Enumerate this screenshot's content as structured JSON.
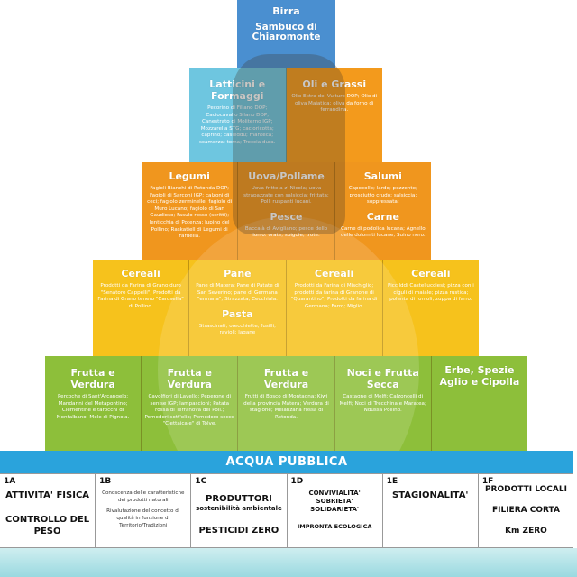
{
  "top": {
    "title": "Birra",
    "subtitle": "Sambuco di Chiaromonte"
  },
  "row2": [
    {
      "title": "Latticini e Formaggi",
      "desc": "Pecorino di Filiano DOP; Caciocavallo Silano DOP; Canestrato di Moliterno IGP; Mozzarella STG; cacioricotta; caprino; casieddu; manteca; scamorza; toma; Treccia dura."
    },
    {
      "title": "Oli e Grassi",
      "desc": "Olio Extra del Vulture DOP; Olio di oliva Majatica; oliva da forno di ferrandina."
    }
  ],
  "row3": [
    {
      "title": "Legumi",
      "desc": "Fagioli Bianchi di Rotonda DOP; Fagioli di Sarconi IGP; calzoni di ceci; fagiolo zerminelle; fagiolo di Muro Lucano; fagiolo di San Gaudioso; Fasulo rosso (scritti); lenticchia di Potenza; lupino del Pollino; Raskatiell di Legumi di Fardella."
    },
    {
      "title": "Uova/Pollame",
      "desc": "Uova fritte a z' Nicola; uova strapazzate con salsiccia; frittata; Polli ruspanti lucani.",
      "title2": "Pesce",
      "desc2": "Baccalà di Avigliano; pesce dello Ionio: orate; spigole; trote."
    },
    {
      "title": "Salumi",
      "desc": "Capocollo; lardo; pezzente; prosciutto crudo; salsiccia; soppressata;",
      "title2": "Carne",
      "desc2": "Carne di podolica lucana; Agnello delle dolomiti lucane; Suino nero."
    }
  ],
  "row4": [
    {
      "title": "Cereali",
      "desc": "Prodotti da Farina di Grano duro \"Senatore Cappelli\"; Prodotti da Farina di Grano tenero \"Carosella\" di Pollino."
    },
    {
      "title": "Pane",
      "desc": "Pane di Matera; Pane di Patate di San Severino; pane di Germana \"ermana\"; Strazzata; Cecchiala.",
      "title2": "Pasta",
      "desc2": "Strascinati; orecchiette; fusilli; ravioli; lagane"
    },
    {
      "title": "Cereali",
      "desc": "Prodotti da Farina di Mischiglio; prodotti da farina di Granone di \"Quarantino\"; Prodotti da farina di Germana; Farro; Miglio."
    },
    {
      "title": "Cereali",
      "desc": "Piccilddi Castellucciesi; pizza con i ciguli di maiale; pizza rustica; polenta di romoli; zuppa di farro."
    }
  ],
  "row5": [
    {
      "title": "Frutta e Verdura",
      "desc": "Percoche di Sant'Arcangelo; Mandarini del Metapontino; Clementine e tarocchi di Montalbano; Mele di Pignola."
    },
    {
      "title": "Frutta e Verdura",
      "desc": "Cavolfiori di Lavello; Peperone di senise IGP; lampascioni; Patata rossa di Terranova del Poll.; Pomodori sott'olio; Pomodoro secco \"Ciettaicale\" di Tolve."
    },
    {
      "title": "Frutta e Verdura",
      "desc": "Frutti di Bosco di Montagna; Kiwi della provincia Matera; Verdura di stagione; Melanzana rossa di Rotonda."
    },
    {
      "title": "Noci e Frutta Secca",
      "desc": "Castagne di Melfi; Calzoncelli di Melfi; Noci di Trecchina e Maratea; Ndussa Pollino."
    },
    {
      "title": "Erbe, Spezie Aglio e Cipolla",
      "desc": ""
    }
  ],
  "water": "ACQUA PUBBLICA",
  "table": [
    {
      "code": "1A",
      "a": "ATTIVITA' FISICA",
      "b": "CONTROLLO DEL PESO"
    },
    {
      "code": "1B",
      "a": "Conoscenza delle caratteristiche dei prodotti naturali",
      "b": "Rivalutazione del concetto di qualità in funzione di Territorio/Tradizioni"
    },
    {
      "code": "1C",
      "a": "PRODUTTORI",
      "a2": "sostenibilità ambientale",
      "b": "PESTICIDI ZERO"
    },
    {
      "code": "1D",
      "a": "CONVIVIALITA' SOBRIETA' SOLIDARIETA'",
      "b": "IMPRONTA ECOLOGICA"
    },
    {
      "code": "1E",
      "a": "STAGIONALITA'",
      "b": ""
    },
    {
      "code": "1F",
      "a": "PRODOTTI LOCALI",
      "a2": "FILIERA CORTA",
      "b": "Km ZERO"
    }
  ],
  "colors": {
    "blue": "#4a8fd0",
    "lightblue": "#6ec6e0",
    "orange": "#f0961e",
    "yellow": "#f6c21c",
    "green": "#8dbf3a",
    "water": "#2aa3dc"
  }
}
